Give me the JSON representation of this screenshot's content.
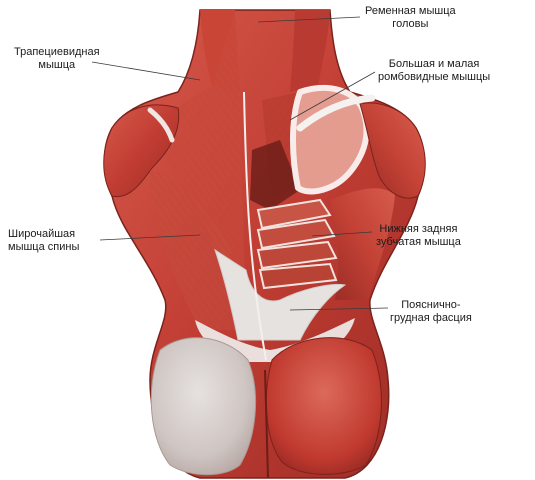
{
  "labels": {
    "trapezius": {
      "line1": "Трапециевидная",
      "line2": "мышца"
    },
    "splenius": {
      "line1": "Ременная мышца",
      "line2": "головы"
    },
    "rhomboid": {
      "line1": "Большая и малая",
      "line2": "ромбовидные мышцы"
    },
    "latissimus": {
      "line1": "Широчайшая",
      "line2": "мышца спины"
    },
    "serratus": {
      "line1": "Нижняя задняя",
      "line2": "зубчатая мышца"
    },
    "fascia": {
      "line1": "Пояснично-",
      "line2": "грудная фасция"
    }
  },
  "colors": {
    "muscle": "#c8453a",
    "muscle_dark": "#8f2a23",
    "muscle_light": "#e07a6c",
    "fascia": "#e4e0de",
    "leader_line": "#3a3a3a"
  }
}
